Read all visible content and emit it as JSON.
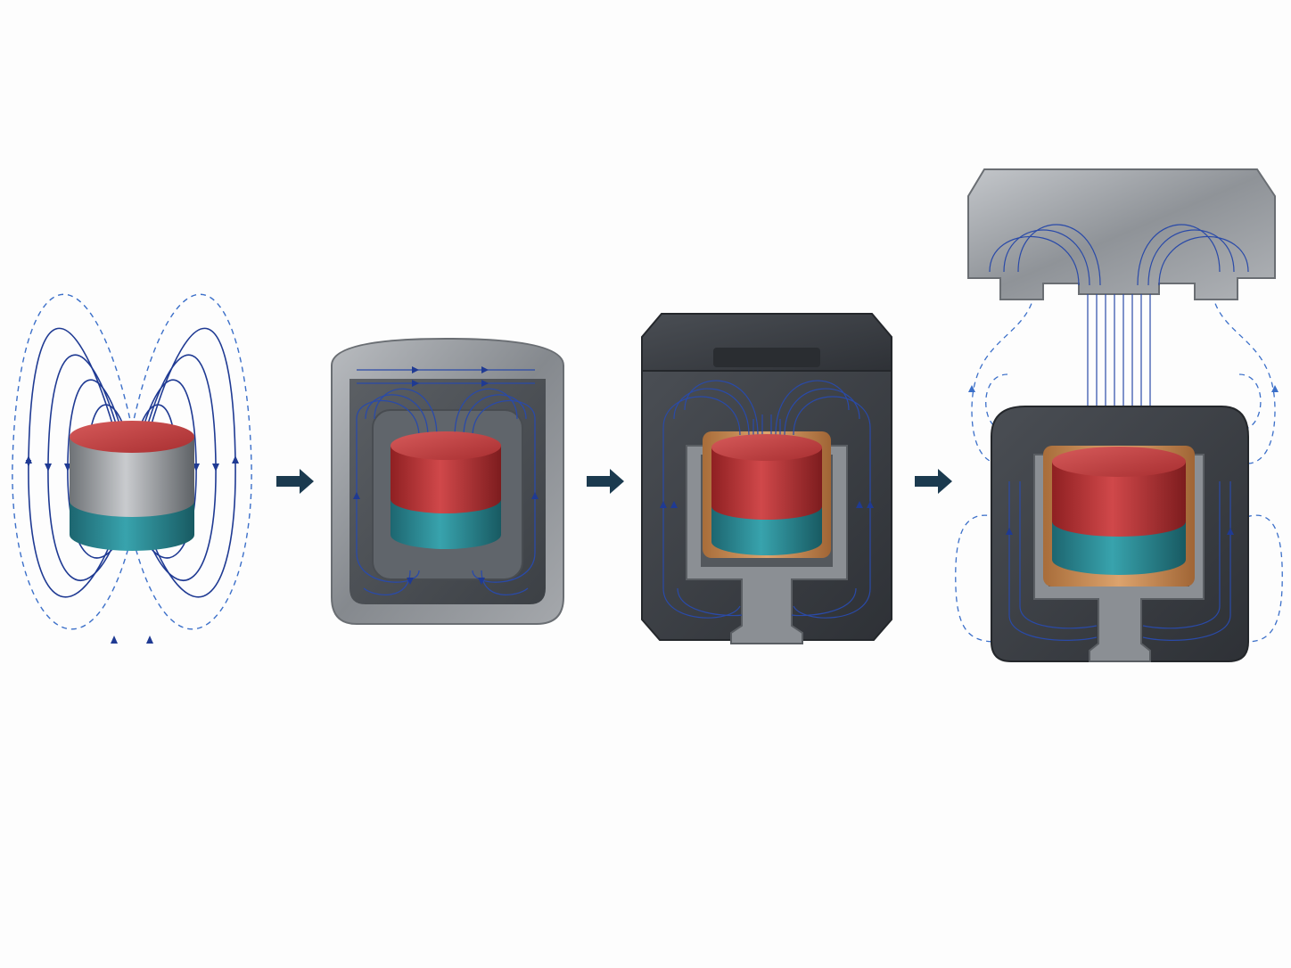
{
  "diagram": {
    "stages": [
      {
        "id": "stage-1",
        "caption": ""
      },
      {
        "id": "stage-2",
        "caption": ""
      },
      {
        "id": "stage-3",
        "caption": ""
      },
      {
        "id": "stage-4",
        "caption": ""
      }
    ],
    "colors": {
      "background": "#fdfdfd",
      "field_line": "#1f3a93",
      "field_line_dashed": "#3b6fc9",
      "magnet_north": "#c0393b",
      "magnet_south": "#2a8f99",
      "steel_light": "#9a9ea3",
      "steel_dark": "#3a3d42",
      "copper_cup": "#c48a52",
      "arrow": "#1b3a4f"
    },
    "icons": [
      "arrow-right-icon",
      "arrow-right-icon",
      "arrow-right-icon"
    ]
  }
}
